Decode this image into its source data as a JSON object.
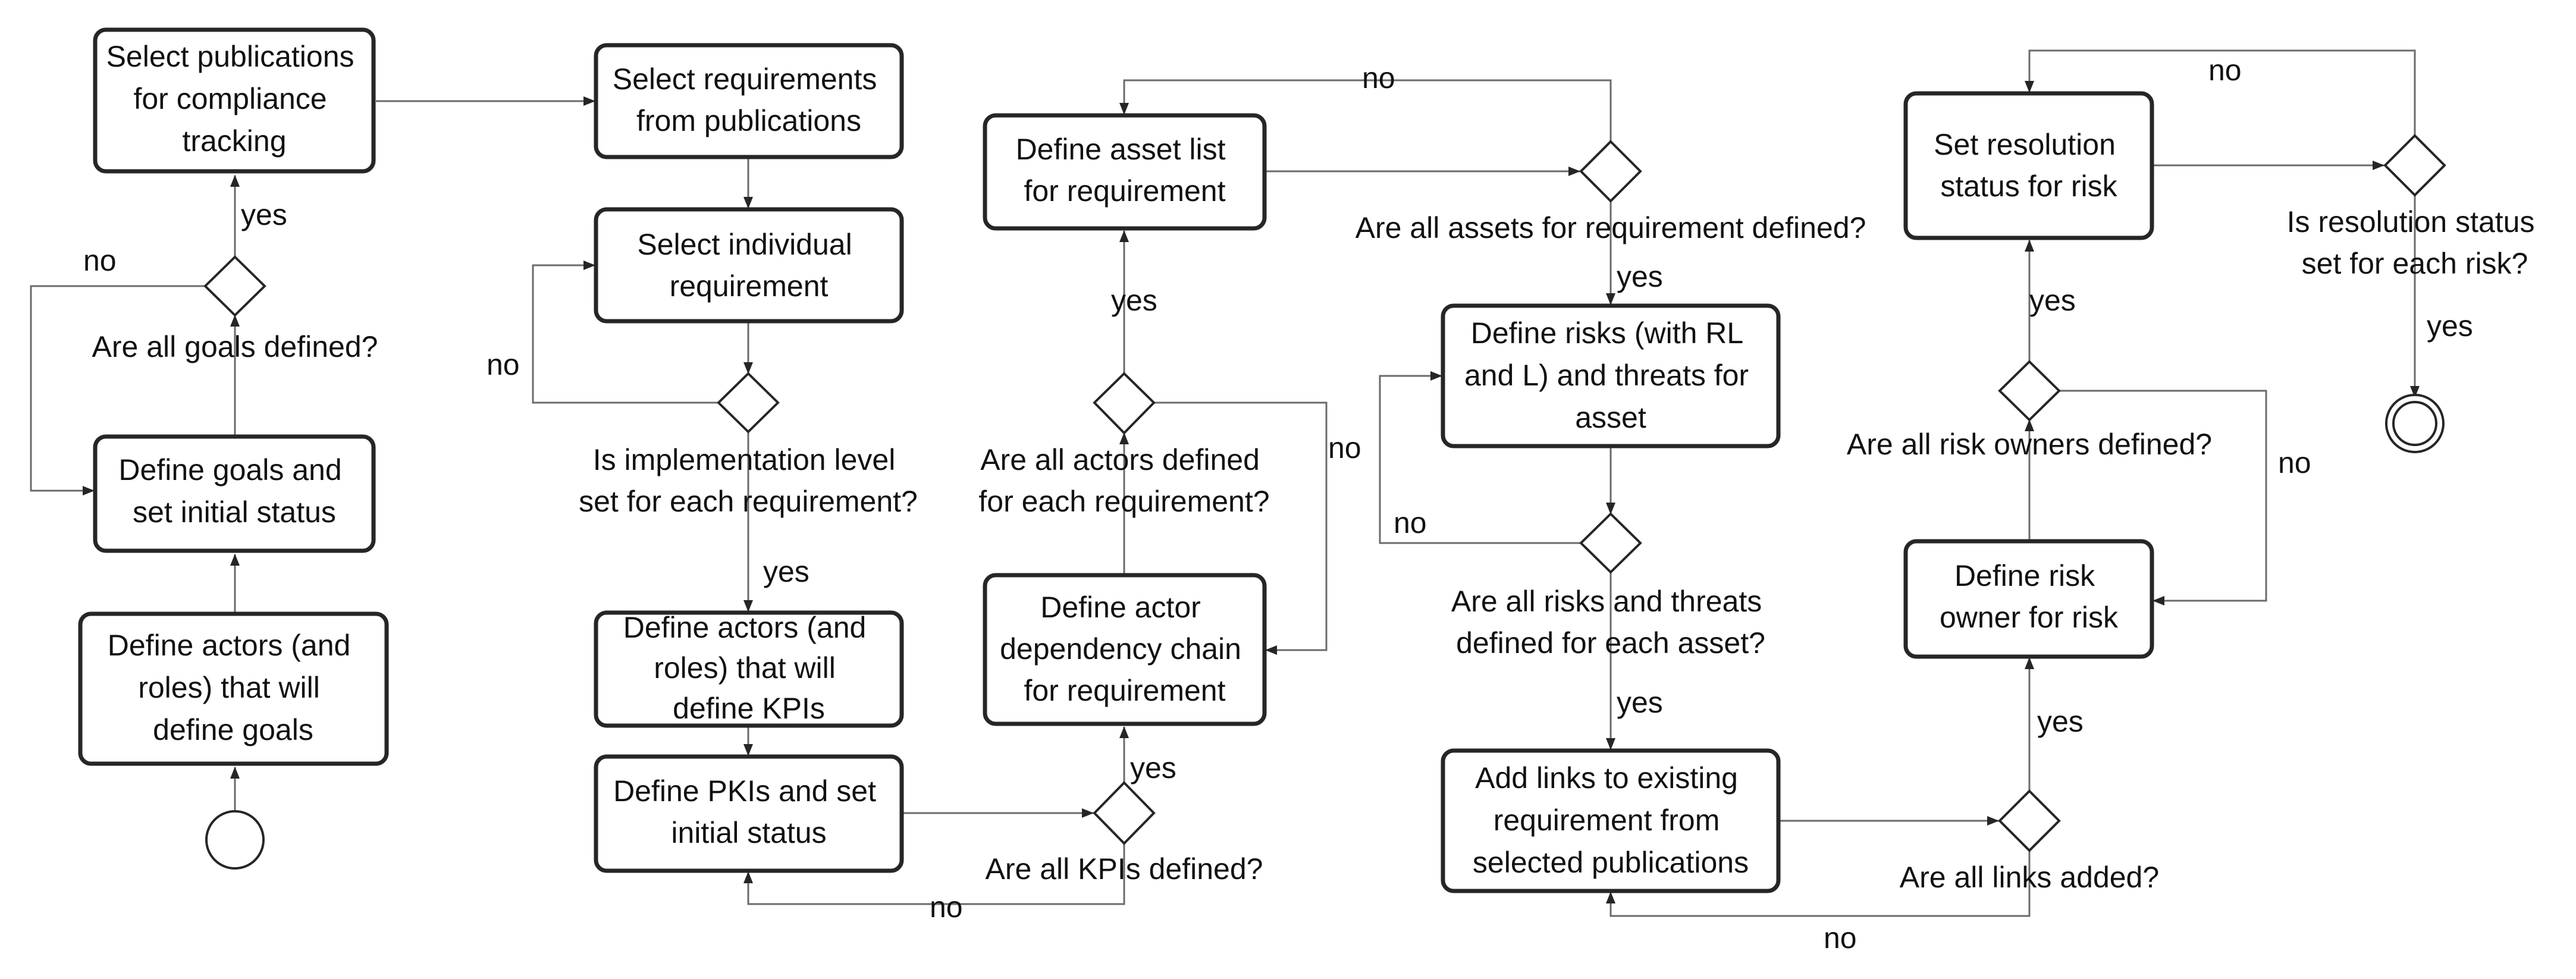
{
  "boxes": {
    "b1": [
      "Select publications",
      "for compliance",
      "tracking"
    ],
    "b2": [
      "Define goals and",
      "set initial status"
    ],
    "b3": [
      "Define actors (and",
      "roles) that will",
      "define goals"
    ],
    "b4": [
      "Select requirements",
      "from publications"
    ],
    "b5": [
      "Select individual",
      "requirement"
    ],
    "b6": [
      "Define actors (and",
      "roles) that will",
      "define KPIs"
    ],
    "b7": [
      "Define PKIs and set",
      "initial status"
    ],
    "b8": [
      "Define asset list",
      "for requirement"
    ],
    "b9": [
      "Define actor",
      "dependency chain",
      "for requirement"
    ],
    "b10": [
      "Define risks (with RL",
      "and L) and threats for",
      "asset"
    ],
    "b11": [
      "Add links to existing",
      "requirement from",
      "selected publications"
    ],
    "b12": [
      "Set resolution",
      "status for risk"
    ],
    "b13": [
      "Define risk",
      "owner for risk"
    ]
  },
  "decisions": {
    "d1": [
      "Are all goals defined?"
    ],
    "d2": [
      "Is implementation level",
      "set for each requirement?"
    ],
    "d3": [
      "Are all KPIs defined?"
    ],
    "d4": [
      "Are all actors defined",
      "for each requirement?"
    ],
    "d5": [
      "Are all assets for requirement defined?"
    ],
    "d6": [
      "Are all risks and threats",
      "defined for each asset?"
    ],
    "d7": [
      "Are all links added?"
    ],
    "d8": [
      "Are all risk owners defined?"
    ],
    "d9": [
      "Is resolution status",
      "set for each risk?"
    ]
  },
  "labels": {
    "yes": "yes",
    "no": "no"
  }
}
